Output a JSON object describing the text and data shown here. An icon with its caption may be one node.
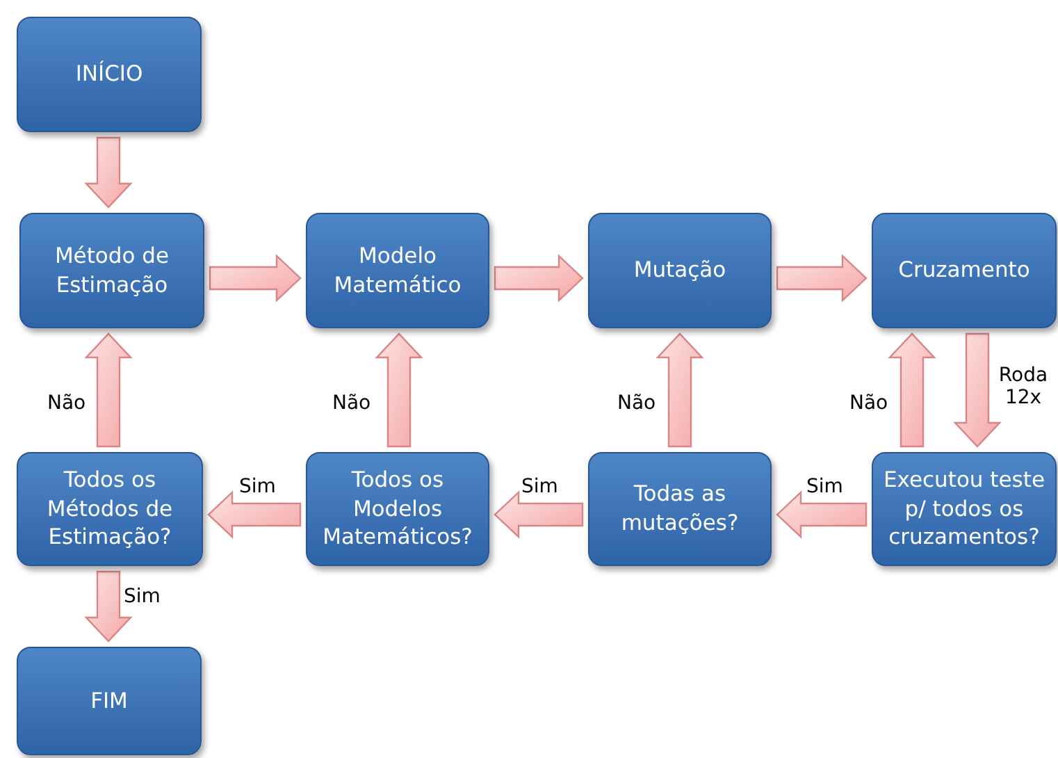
{
  "diagram": {
    "nodes": [
      {
        "text": [
          "INÍCIO"
        ]
      },
      {
        "text": [
          "Método de Estimação"
        ]
      },
      {
        "text": [
          "Modelo Matemático"
        ]
      },
      {
        "text": [
          "Mutação"
        ]
      },
      {
        "text": [
          "Cruzamento"
        ]
      },
      {
        "text": [
          "Todos os Métodos de Estimação?"
        ]
      },
      {
        "text": [
          "Todos os Modelos Matemáticos?"
        ]
      },
      {
        "text": [
          "Todas as mutações?"
        ]
      },
      {
        "text": [
          "Executou teste p/ todos os cruzamentos?"
        ]
      },
      {
        "text": [
          "FIM"
        ]
      }
    ],
    "edges": [
      {
        "from": 0,
        "to": 1,
        "arrow": "to"
      },
      {
        "from": 1,
        "to": 2,
        "arrow": "to"
      },
      {
        "from": 2,
        "to": 3,
        "arrow": "to"
      },
      {
        "from": 3,
        "to": 4,
        "arrow": "to"
      },
      {
        "from": 4,
        "to": 8,
        "arrow": "to",
        "label": "Roda 12x"
      },
      {
        "from": 8,
        "to": 7,
        "arrow": "to",
        "label": "Sim"
      },
      {
        "from": 8,
        "to": 4,
        "arrow": "to",
        "label": "Não"
      },
      {
        "from": 7,
        "to": 6,
        "arrow": "to",
        "label": "Sim"
      },
      {
        "from": 7,
        "to": 3,
        "arrow": "to",
        "label": "Não"
      },
      {
        "from": 6,
        "to": 5,
        "arrow": "to",
        "label": "Sim"
      },
      {
        "from": 6,
        "to": 2,
        "arrow": "to",
        "label": "Não"
      },
      {
        "from": 5,
        "to": 1,
        "arrow": "to",
        "label": "Não"
      },
      {
        "from": 5,
        "to": 9,
        "arrow": "to",
        "label": "Sim"
      }
    ]
  }
}
